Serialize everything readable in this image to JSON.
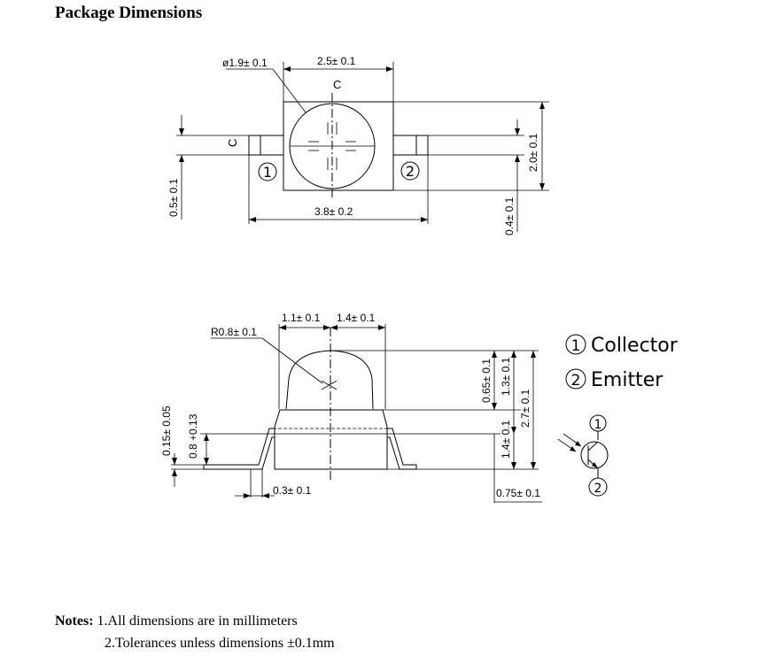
{
  "title": "Package Dimensions",
  "top_view": {
    "dims": {
      "diameter": "ø1.9± 0.1",
      "body_width": "2.5± 0.1",
      "overall_length": "3.8± 0.2",
      "body_height": "2.0± 0.1",
      "lead_width": "0.5± 0.1",
      "lead_offset": "0.4± 0.1",
      "centerline": "C"
    },
    "pin1": "1",
    "pin2": "2"
  },
  "side_view": {
    "dims": {
      "radius": "R0.8± 0.1",
      "left_half": "1.1± 0.1",
      "right_half": "1.4± 0.1",
      "dome_height": "0.65± 0.1",
      "upper_height": "1.3± 0.1",
      "total_height": "2.7± 0.1",
      "lower_height": "1.4± 0.1",
      "lead_thick": "0.15± 0.05",
      "standoff": "0.8 +0.13",
      "lead_foot": "0.3± 0.1",
      "foot_len": "0.75± 0.1"
    }
  },
  "legend": {
    "pin1_num": "1",
    "pin1_label": "Collector",
    "pin2_num": "2",
    "pin2_label": "Emitter",
    "symbol_pin1": "1",
    "symbol_pin2": "2"
  },
  "notes": {
    "label": "Notes:",
    "line1": " 1.All dimensions are in millimeters",
    "line2": "2.Tolerances unless dimensions  ±0.1mm"
  }
}
